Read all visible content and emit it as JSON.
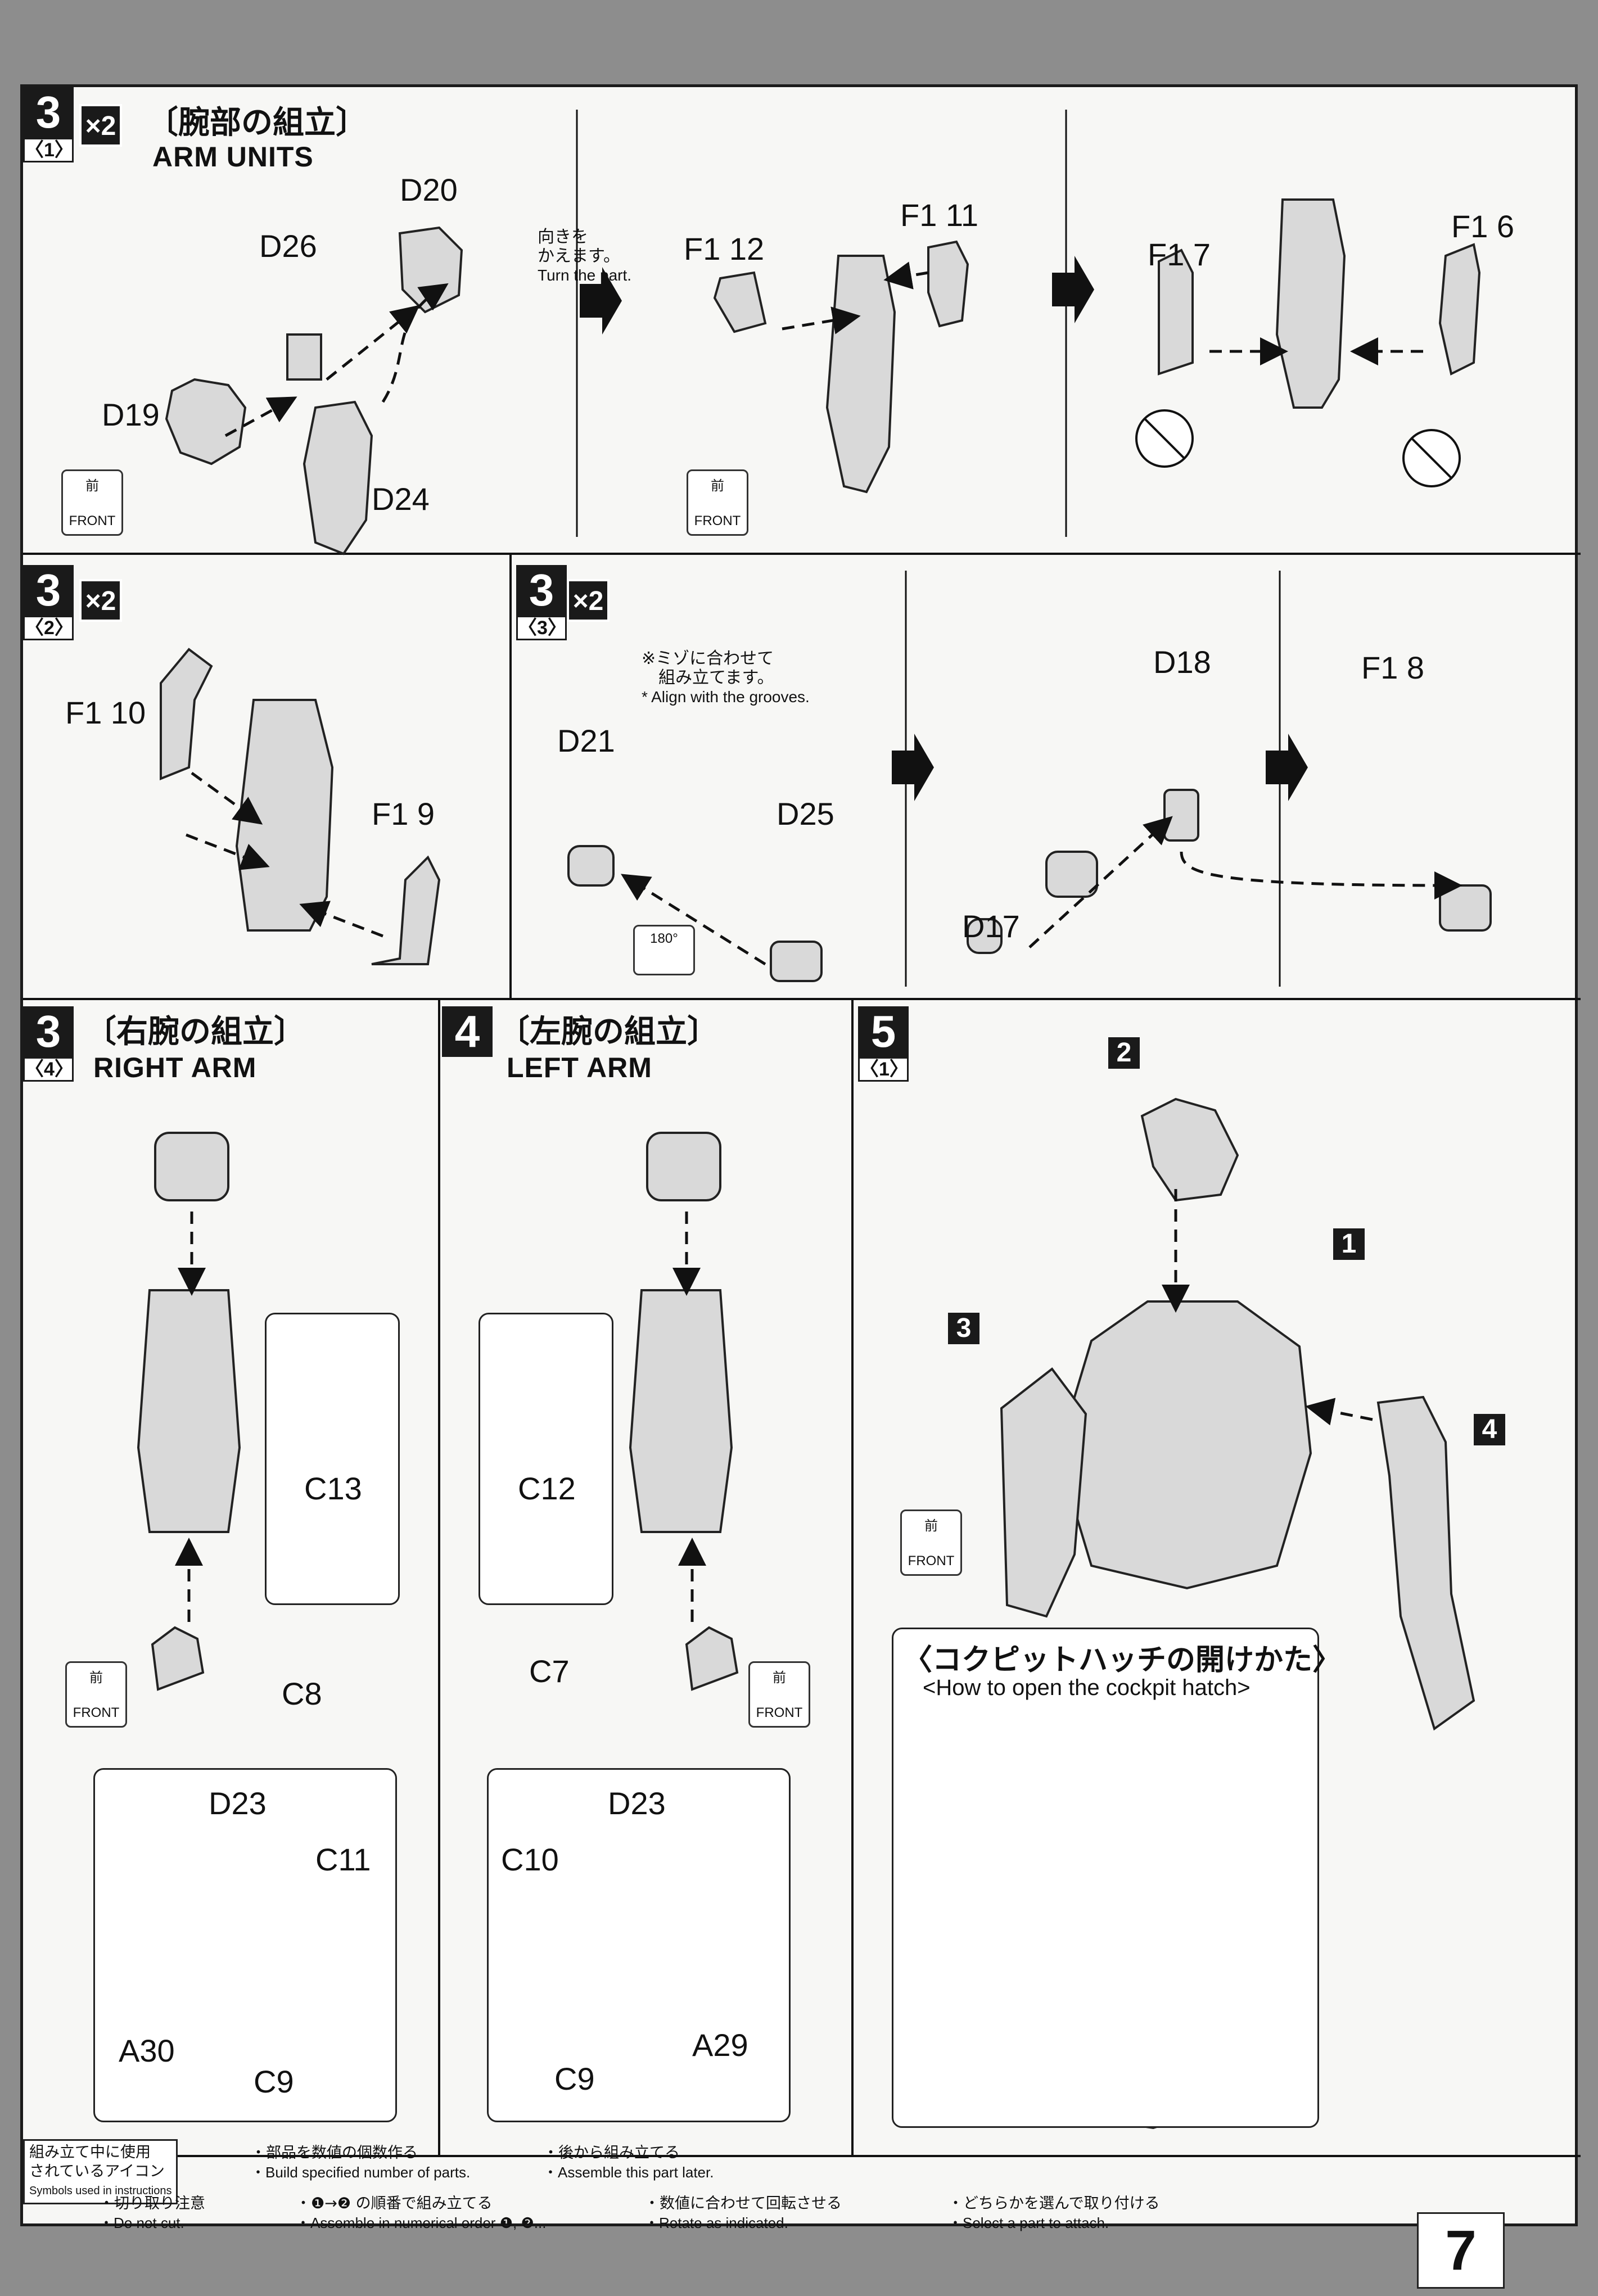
{
  "page_number": "7",
  "step3_1": {
    "num": "3",
    "sub": "〈1〉",
    "mult": "×2",
    "title_jp": "〔腕部の組立〕",
    "title_en": "ARM UNITS",
    "turn_jp_1": "向きを",
    "turn_jp_2": "かえます。",
    "turn_en": "Turn the part.",
    "parts": [
      "D20",
      "D26",
      "D19",
      "D24",
      "F1 12",
      "F1 11",
      "F1 7",
      "F1 6"
    ]
  },
  "step3_2": {
    "num": "3",
    "sub": "〈2〉",
    "mult": "×2",
    "parts": [
      "F1 10",
      "F1 9"
    ]
  },
  "step3_3": {
    "num": "3",
    "sub": "〈3〉",
    "mult": "×2",
    "note_jp_1": "※ミゾに合わせて",
    "note_jp_2": "組み立てます。",
    "note_en": "* Align with the grooves.",
    "rotate": "180°",
    "parts": [
      "D21",
      "D25",
      "D18",
      "D17",
      "F1 8"
    ]
  },
  "step3_4": {
    "num": "3",
    "sub": "〈4〉",
    "title_jp": "〔右腕の組立〕",
    "title_en": "RIGHT ARM",
    "parts": [
      "C13",
      "C8",
      "D23",
      "C11",
      "A30",
      "C9"
    ]
  },
  "step4": {
    "num": "4",
    "title_jp": "〔左腕の組立〕",
    "title_en": "LEFT ARM",
    "parts": [
      "C12",
      "C7",
      "D23",
      "C10",
      "A29",
      "C9"
    ]
  },
  "step5": {
    "num": "5",
    "sub": "〈1〉",
    "parts": [
      "2",
      "1",
      "3",
      "4"
    ],
    "cockpit_jp": "〈コクピットハッチの開けかた〉",
    "cockpit_en": "<How to open the cockpit hatch>"
  },
  "front": {
    "jp": "前",
    "en": "FRONT"
  },
  "legend": {
    "heading_jp_1": "組み立て中に使用",
    "heading_jp_2": "されているアイコン",
    "heading_en": "Symbols used in instructions",
    "items": [
      {
        "icon": "x2-icon",
        "jp": "・部品を数値の個数作る",
        "en": "・Build specified number of parts."
      },
      {
        "icon": "assemble-later-icon",
        "jp": "・後から組み立てる",
        "en": "・Assemble this part later."
      },
      {
        "icon": "do-not-cut-icon",
        "jp": "・切り取り注意",
        "en": "・Do not cut."
      },
      {
        "icon": "numerical-order-icon",
        "jp": "・❶→❷ の順番で組み立てる",
        "en": "・Assemble in numerical order ❶, ❷..."
      },
      {
        "icon": "rotate-icon",
        "jp": "・数値に合わせて回転させる",
        "en": "・Rotate as indicated."
      },
      {
        "icon": "select-part-icon",
        "jp": "・どちらかを選んで取り付ける",
        "en": "・Select a part to attach."
      }
    ]
  }
}
